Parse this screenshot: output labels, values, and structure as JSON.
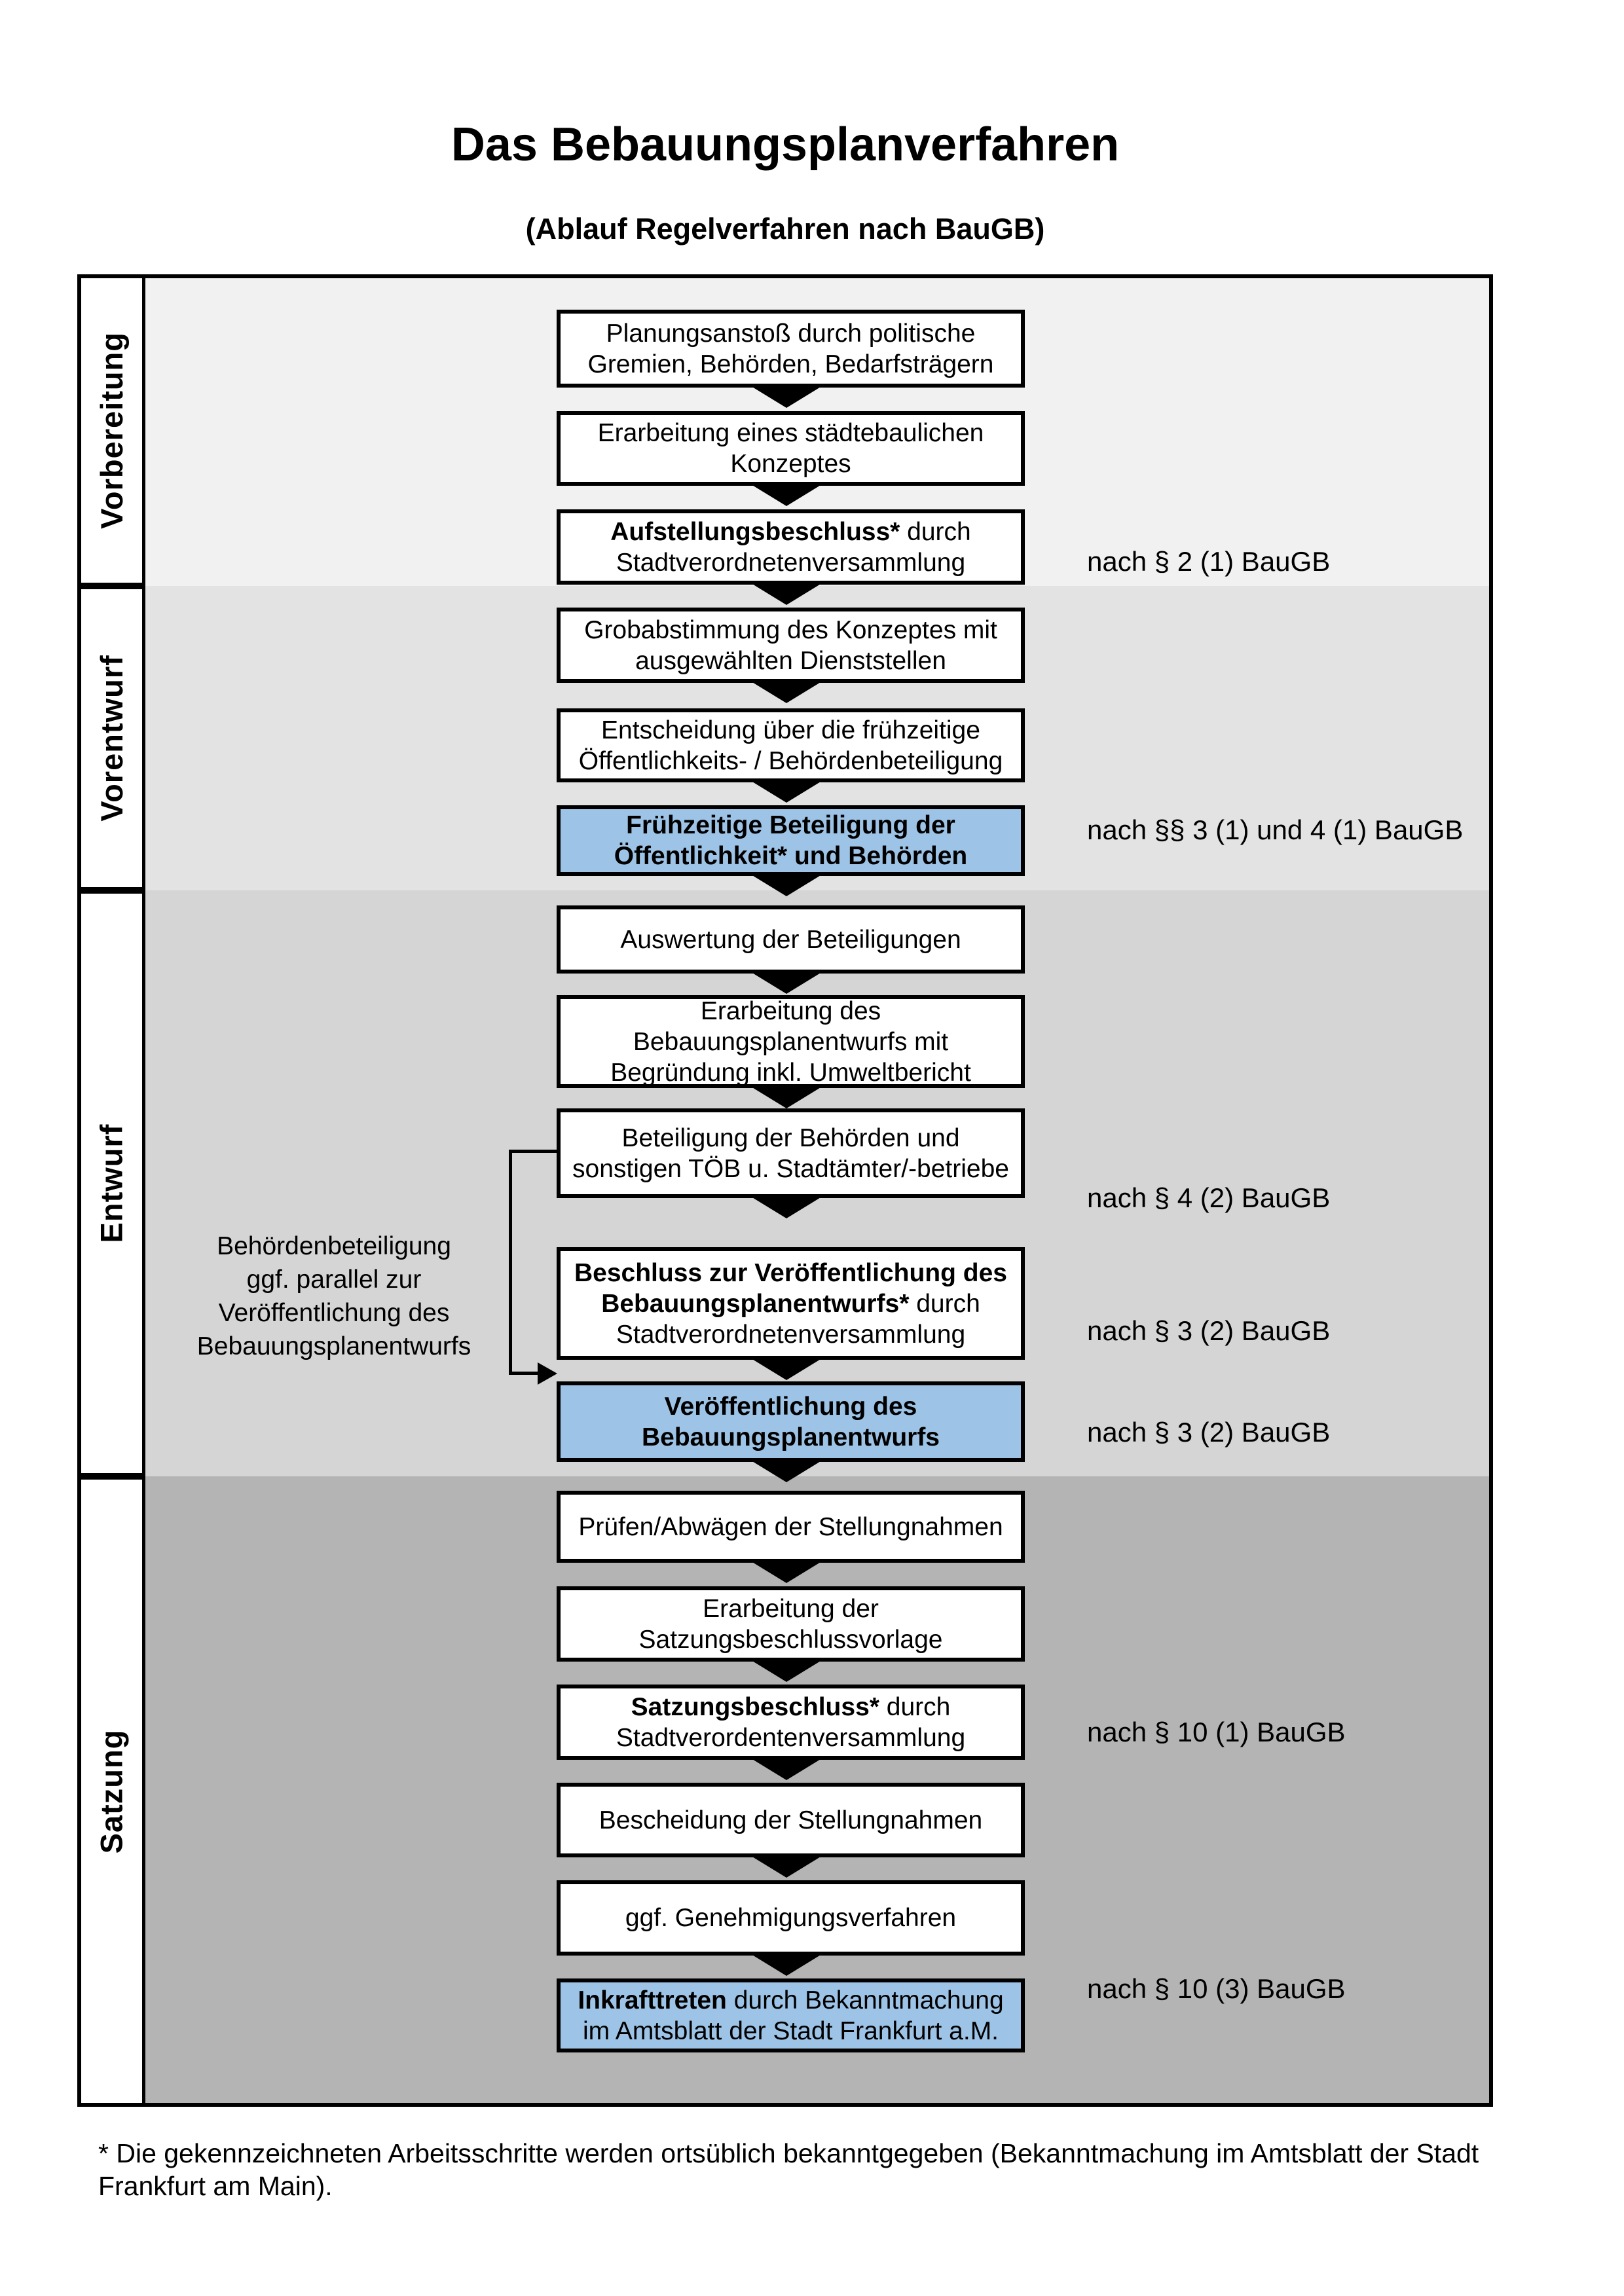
{
  "title": "Das Bebauungsplanverfahren",
  "subtitle": "(Ablauf Regelverfahren nach BauGB)",
  "phases": [
    {
      "label": "Vorbereitung"
    },
    {
      "label": "Vorentwurf"
    },
    {
      "label": "Entwurf"
    },
    {
      "label": "Satzung"
    }
  ],
  "flow": {
    "boxes": [
      {
        "highlight": false,
        "lines": [
          [
            {
              "t": "Planungsanstoß durch politische",
              "b": false
            }
          ],
          [
            {
              "t": "Gremien, Behörden, Bedarfsträgern",
              "b": false
            }
          ]
        ]
      },
      {
        "highlight": false,
        "lines": [
          [
            {
              "t": "Erarbeitung eines städtebaulichen",
              "b": false
            }
          ],
          [
            {
              "t": "Konzeptes",
              "b": false
            }
          ]
        ]
      },
      {
        "highlight": false,
        "lines": [
          [
            {
              "t": "Aufstellungsbeschluss*",
              "b": true
            },
            {
              "t": " durch",
              "b": false
            }
          ],
          [
            {
              "t": "Stadtverordnetenversammlung",
              "b": false
            }
          ]
        ]
      },
      {
        "highlight": false,
        "lines": [
          [
            {
              "t": "Grobabstimmung des Konzeptes mit",
              "b": false
            }
          ],
          [
            {
              "t": "ausgewählten Dienststellen",
              "b": false
            }
          ]
        ]
      },
      {
        "highlight": false,
        "lines": [
          [
            {
              "t": "Entscheidung über die frühzeitige",
              "b": false
            }
          ],
          [
            {
              "t": "Öffentlichkeits- / Behördenbeteiligung",
              "b": false
            }
          ]
        ]
      },
      {
        "highlight": true,
        "lines": [
          [
            {
              "t": "Frühzeitige Beteiligung der",
              "b": true
            }
          ],
          [
            {
              "t": "Öffentlichkeit* und Behörden",
              "b": true
            }
          ]
        ]
      },
      {
        "highlight": false,
        "lines": [
          [
            {
              "t": "Auswertung der Beteiligungen",
              "b": false
            }
          ]
        ]
      },
      {
        "highlight": false,
        "lines": [
          [
            {
              "t": "Erarbeitung des",
              "b": false
            }
          ],
          [
            {
              "t": "Bebauungsplanentwurfs mit",
              "b": false
            }
          ],
          [
            {
              "t": "Begründung inkl. Umweltbericht",
              "b": false
            }
          ]
        ]
      },
      {
        "highlight": false,
        "lines": [
          [
            {
              "t": "Beteiligung der Behörden und",
              "b": false
            }
          ],
          [
            {
              "t": "sonstigen TÖB u. Stadtämter/-betriebe",
              "b": false
            }
          ]
        ]
      },
      {
        "highlight": false,
        "lines": [
          [
            {
              "t": "Beschluss zur Veröffentlichung des",
              "b": true
            }
          ],
          [
            {
              "t": "Bebauungsplanentwurfs*",
              "b": true
            },
            {
              "t": " durch",
              "b": false
            }
          ],
          [
            {
              "t": "Stadtverordnetenversammlung",
              "b": false
            }
          ]
        ]
      },
      {
        "highlight": true,
        "lines": [
          [
            {
              "t": "Veröffentlichung des",
              "b": true
            }
          ],
          [
            {
              "t": "Bebauungsplanentwurfs",
              "b": true
            }
          ]
        ]
      },
      {
        "highlight": false,
        "lines": [
          [
            {
              "t": "Prüfen/Abwägen der Stellungnahmen",
              "b": false
            }
          ]
        ]
      },
      {
        "highlight": false,
        "lines": [
          [
            {
              "t": "Erarbeitung der",
              "b": false
            }
          ],
          [
            {
              "t": "Satzungsbeschlussvorlage",
              "b": false
            }
          ]
        ]
      },
      {
        "highlight": false,
        "lines": [
          [
            {
              "t": "Satzungsbeschluss*",
              "b": true
            },
            {
              "t": " durch",
              "b": false
            }
          ],
          [
            {
              "t": "Stadtverordentenversammlung",
              "b": false
            }
          ]
        ]
      },
      {
        "highlight": false,
        "lines": [
          [
            {
              "t": "Bescheidung der Stellungnahmen",
              "b": false
            }
          ]
        ]
      },
      {
        "highlight": false,
        "lines": [
          [
            {
              "t": "ggf. Genehmigungsverfahren",
              "b": false
            }
          ]
        ]
      },
      {
        "highlight": true,
        "lines": [
          [
            {
              "t": "Inkrafttreten",
              "b": true
            },
            {
              "t": " durch Bekanntmachung",
              "b": false
            }
          ],
          [
            {
              "t": "im Amtsblatt der Stadt Frankfurt a.M.",
              "b": false
            }
          ]
        ]
      }
    ]
  },
  "references": [
    {
      "text": "nach § 2 (1) BauGB"
    },
    {
      "text": "nach §§ 3 (1) und 4 (1) BauGB"
    },
    {
      "text": "nach § 4 (2) BauGB"
    },
    {
      "text": "nach § 3 (2) BauGB"
    },
    {
      "text": "nach § 3 (2) BauGB"
    },
    {
      "text": "nach § 10 (1) BauGB"
    },
    {
      "text": "nach § 10 (3) BauGB"
    }
  ],
  "annotation": {
    "lines": [
      "Behördenbeteiligung",
      "ggf. parallel zur",
      "Veröffentlichung des",
      "Bebauungsplanentwurfs"
    ]
  },
  "footnote": {
    "line1": "* Die gekennzeichneten Arbeitsschritte werden ortsüblich bekanntgegeben (Bekanntmachung im Amtsblatt  der Stadt",
    "line2": "Frankfurt am Main)."
  },
  "colors": {
    "highlight_fill": "#9dc3e6",
    "band_vorbereitung": "#f1f1f1",
    "band_vorentwurf": "#e3e3e3",
    "band_entwurf": "#d5d5d5",
    "band_satzung": "#b4b4b4",
    "border": "#000000"
  }
}
